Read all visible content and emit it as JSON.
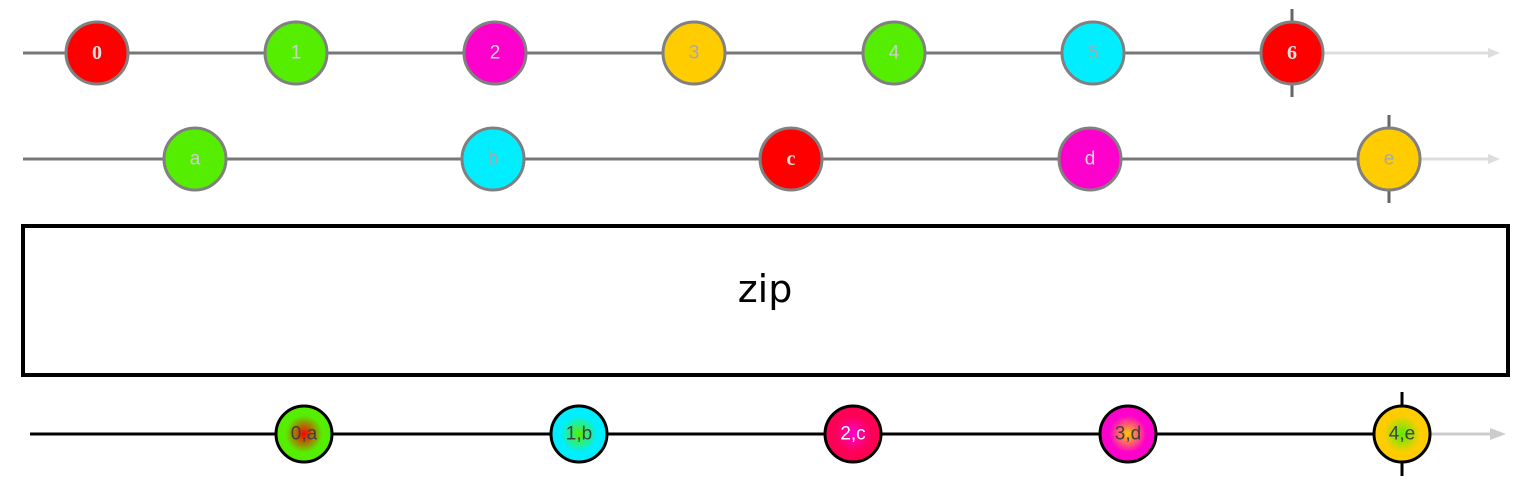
{
  "operator": {
    "label": "zip"
  },
  "streams": [
    {
      "id": "source-numbers",
      "marbles": [
        {
          "label": "0",
          "color": "#ff0000",
          "text_color": "#e0e0e0",
          "bold": true
        },
        {
          "label": "1",
          "color": "#55ee00",
          "text_color": "#cfcfcf",
          "bold": false
        },
        {
          "label": "2",
          "color": "#ff00cc",
          "text_color": "#d8d8d8",
          "bold": false
        },
        {
          "label": "3",
          "color": "#ffcc00",
          "text_color": "#a8a8a8",
          "bold": false
        },
        {
          "label": "4",
          "color": "#55ee00",
          "text_color": "#cfcfcf",
          "bold": false
        },
        {
          "label": "5",
          "color": "#00eeff",
          "text_color": "#a8a8a8",
          "bold": false
        },
        {
          "label": "6",
          "color": "#ff0000",
          "text_color": "#e0e0e0",
          "bold": true
        }
      ],
      "completes_after": "6"
    },
    {
      "id": "source-letters",
      "marbles": [
        {
          "label": "a",
          "color": "#55ee00",
          "text_color": "#cfcfcf",
          "bold": false
        },
        {
          "label": "b",
          "color": "#00eeff",
          "text_color": "#a8a8a8",
          "bold": false
        },
        {
          "label": "c",
          "color": "#ff0000",
          "text_color": "#e0e0e0",
          "bold": true
        },
        {
          "label": "d",
          "color": "#ff00cc",
          "text_color": "#d8d8d8",
          "bold": false
        },
        {
          "label": "e",
          "color": "#ffcc00",
          "text_color": "#a8a8a8",
          "bold": false
        }
      ],
      "completes_after": "e"
    },
    {
      "id": "result-zipped",
      "marbles": [
        {
          "label": "0,a",
          "color": "#55ee00",
          "accent": "#ff0000",
          "text_color": "#404040",
          "bold": false
        },
        {
          "label": "1,b",
          "color": "#00eeff",
          "accent": "#55ee00",
          "text_color": "#404040",
          "bold": false
        },
        {
          "label": "2,c",
          "color": "#ff0055",
          "accent": "#ff00cc",
          "text_color": "#ffffff",
          "bold": false
        },
        {
          "label": "3,d",
          "color": "#ff00cc",
          "accent": "#ffcc00",
          "text_color": "#404040",
          "bold": false
        },
        {
          "label": "4,e",
          "color": "#ffcc00",
          "accent": "#55ee00",
          "text_color": "#404040",
          "bold": false
        }
      ],
      "completes_after": "4,e"
    }
  ]
}
